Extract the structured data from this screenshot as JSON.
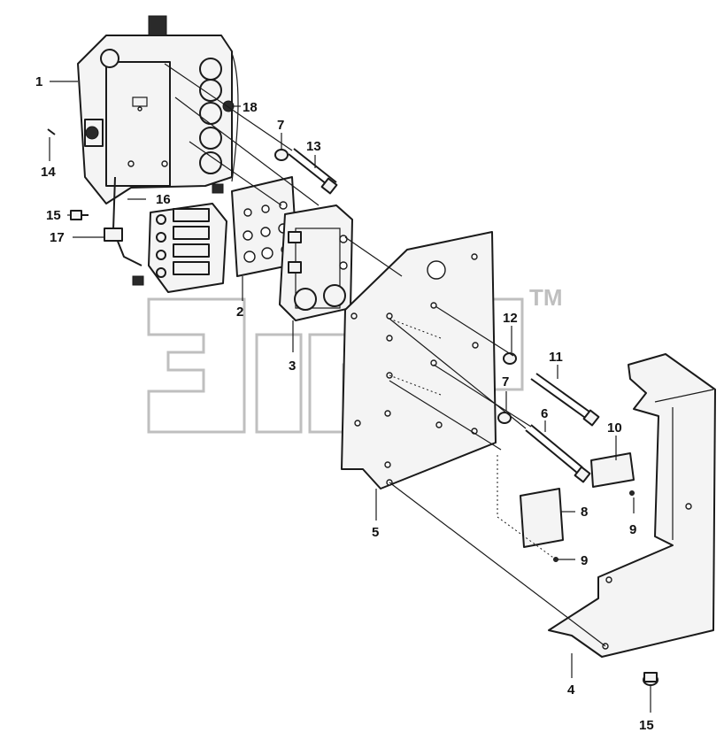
{
  "watermark": {
    "trademark": "TM"
  },
  "callouts": {
    "c1": "1",
    "c2": "2",
    "c3": "3",
    "c4": "4",
    "c5": "5",
    "c6": "6",
    "c7a": "7",
    "c7b": "7",
    "c8": "8",
    "c9a": "9",
    "c9b": "9",
    "c10": "10",
    "c11": "11",
    "c12": "12",
    "c13": "13",
    "c14": "14",
    "c15a": "15",
    "c15b": "15",
    "c16": "16",
    "c17": "17",
    "c18": "18"
  }
}
